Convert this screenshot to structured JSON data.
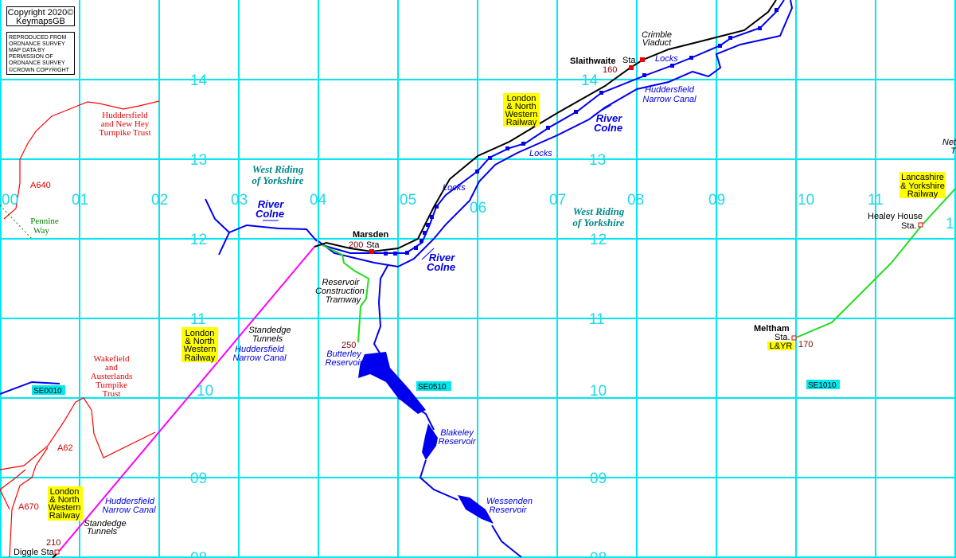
{
  "copyright": {
    "line1": "Copyright 2020©",
    "line2": "KeymapsGB"
  },
  "os_notice": [
    "REPRODUCED FROM",
    "ORDNANCE SURVEY",
    "MAP DATA BY",
    "PERMISSION OF",
    "ORDNANCE SURVEY",
    "©CROWN COPYRIGHT"
  ],
  "grid": {
    "eastings": [
      "00",
      "01",
      "02",
      "03",
      "04",
      "05",
      "06",
      "07",
      "08",
      "09",
      "10",
      "11",
      "1"
    ],
    "northings": [
      "14",
      "13",
      "12",
      "11",
      "10",
      "09",
      "08"
    ],
    "refs": [
      "SE0010",
      "SE0510",
      "SE1010"
    ]
  },
  "colors": {
    "grid": "#00e8f0",
    "railway": "#000000",
    "canal": "#0000ff",
    "road": "#ff0000",
    "tramway": "#00dd00",
    "tunnel": "#ff00ff",
    "label_bg": "#ffff00"
  },
  "roads": {
    "a640": "A640",
    "a62": "A62",
    "a670": "A670",
    "turnpike1": [
      "Huddersfield",
      "and New Hey",
      "Turnpike Trust"
    ],
    "turnpike2": [
      "Wakefield",
      "and",
      "Austerlands",
      "Turnpike",
      "Trust"
    ]
  },
  "paths": {
    "pennine_way": [
      "Pennine",
      "Way"
    ]
  },
  "regions": {
    "wry1": [
      "West Riding",
      "of Yorkshire"
    ],
    "wry2": [
      "West Riding",
      "of Yorkshire"
    ]
  },
  "railways": {
    "lnwr": [
      "London",
      "& North",
      "Western",
      "Railway"
    ],
    "lyr": [
      "Lancashire",
      "& Yorkshire",
      "Railway"
    ],
    "lyr_short": "L&YR",
    "tramway": [
      "Reservoir",
      "Construction",
      "Tramway"
    ],
    "net": [
      "Net",
      "T"
    ]
  },
  "stations": {
    "marsden": {
      "name": "Marsden",
      "height": "200",
      "suffix": "Sta"
    },
    "slaithwaite": {
      "name": "Slaithwaite",
      "height": "160",
      "suffix": "Sta"
    },
    "diggle": {
      "name": "Diggle Sta.",
      "height": "210"
    },
    "meltham": {
      "name": "Meltham",
      "suffix": "Sta.",
      "height": "170"
    },
    "healey_house": {
      "name": "Healey House",
      "suffix": "Sta."
    }
  },
  "water": {
    "river_colne": [
      "River",
      "Colne"
    ],
    "canal": [
      "Huddersfield",
      "Narrow Canal"
    ],
    "locks": "Locks",
    "butterley": [
      "Butterley",
      "Reservoir"
    ],
    "butterley_height": "250",
    "blakeley": [
      "Blakeley",
      "Reservoir"
    ],
    "wessenden": [
      "Wessenden",
      "Reservoir"
    ]
  },
  "features": {
    "standedge": [
      "Standedge",
      "Tunnels"
    ],
    "crimble": [
      "Crimble",
      "Viaduct"
    ]
  }
}
